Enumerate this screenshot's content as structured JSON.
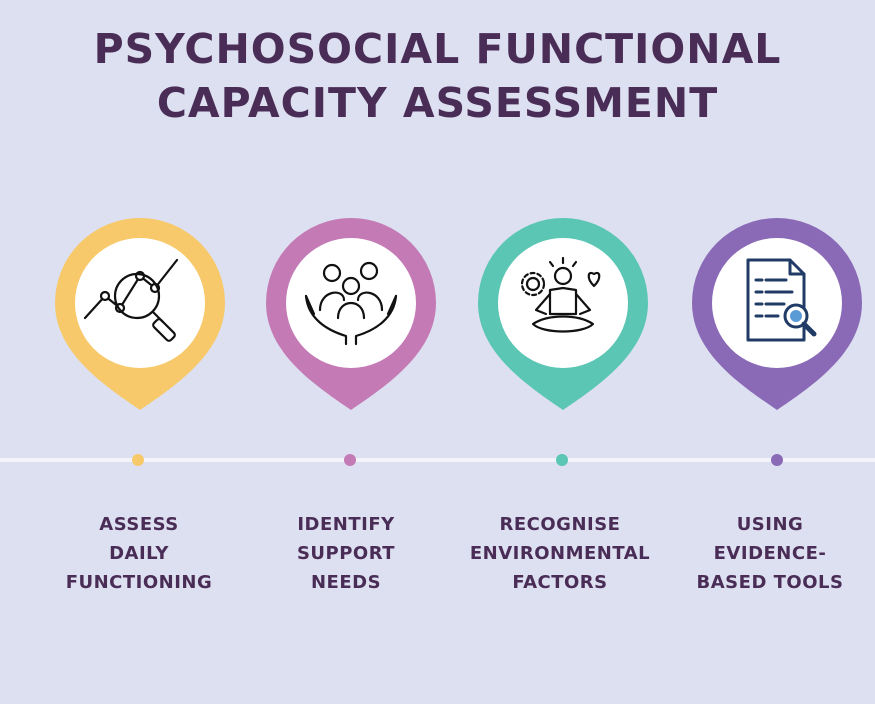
{
  "title": {
    "line1": "PSYCHOSOCIAL FUNCTIONAL",
    "line2": "CAPACITY ASSESSMENT"
  },
  "steps": [
    {
      "color": "#f7c96a",
      "icon": "data-analysis-magnifier-icon",
      "label": [
        "ASSESS",
        "DAILY",
        "FUNCTIONING"
      ]
    },
    {
      "color": "#c47ab5",
      "icon": "family-in-hands-icon",
      "label": [
        "IDENTIFY",
        "SUPPORT",
        "NEEDS"
      ]
    },
    {
      "color": "#5cc6b4",
      "icon": "meditation-wellbeing-icon",
      "label": [
        "RECOGNISE",
        "ENVIRONMENTAL",
        "FACTORS"
      ]
    },
    {
      "color": "#8a6ab6",
      "icon": "document-search-icon",
      "label": [
        "USING",
        "EVIDENCE-",
        "BASED TOOLS"
      ]
    }
  ],
  "colors": {
    "background": "#dde0f0",
    "text": "#4a2d57",
    "timeline": "#f3f4fb"
  }
}
